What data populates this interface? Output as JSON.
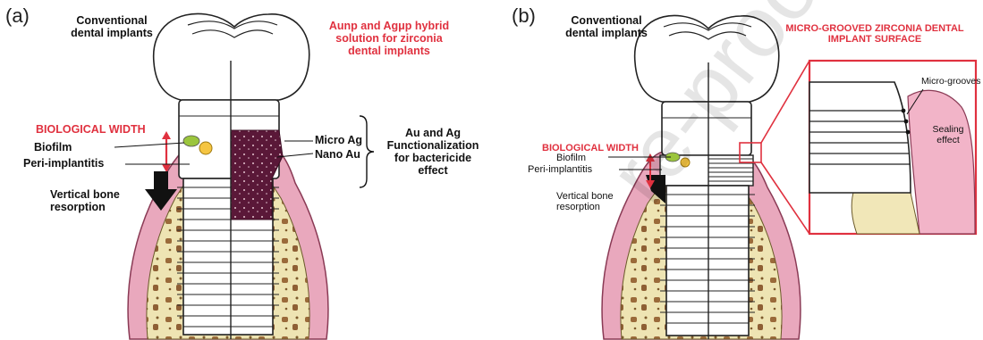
{
  "panel_a": {
    "tag": "(a)",
    "title_line1": "Conventional",
    "title_line2": "dental implants",
    "red_title_line1": "Aunp and Agμp hybrid",
    "red_title_line2": "solution for zirconia",
    "red_title_line3": "dental implants",
    "biological_width": "BIOLOGICAL WIDTH",
    "biofilm": "Biofilm",
    "peri_implantitis": "Peri-implantitis",
    "vertical_bone_line1": "Vertical bone",
    "vertical_bone_line2": "resorption",
    "micro_ag": "Micro Ag",
    "nano_au": "Nano Au",
    "brace_line1": "Au and Ag",
    "brace_line2": "Functionalization",
    "brace_line3": "for bactericide",
    "brace_line4": "effect"
  },
  "panel_b": {
    "tag": "(b)",
    "title_line1": "Conventional",
    "title_line2": "dental implants",
    "red_title_line1": "MICRO-GROOVED ZIRCONIA DENTAL",
    "red_title_line2": "IMPLANT SURFACE",
    "biological_width": "BIOLOGICAL WIDTH",
    "biofilm": "Biofilm",
    "peri_implantitis": "Peri-implantitis",
    "vertical_bone_line1": "Vertical bone",
    "vertical_bone_line2": "resorption",
    "micro_grooves": "Micro-grooves",
    "sealing_line1": "Sealing",
    "sealing_line2": "effect"
  },
  "watermark": "re-proof",
  "colors": {
    "gum_pink": "#e9a8bd",
    "gum_outline": "#8a3a55",
    "bone_fill": "#eee4b3",
    "bone_speck": "#9a6a3a",
    "nano_fill": "#5a1838",
    "accent_red": "#e0313f",
    "zoom_gum": "#f2b4c8"
  }
}
